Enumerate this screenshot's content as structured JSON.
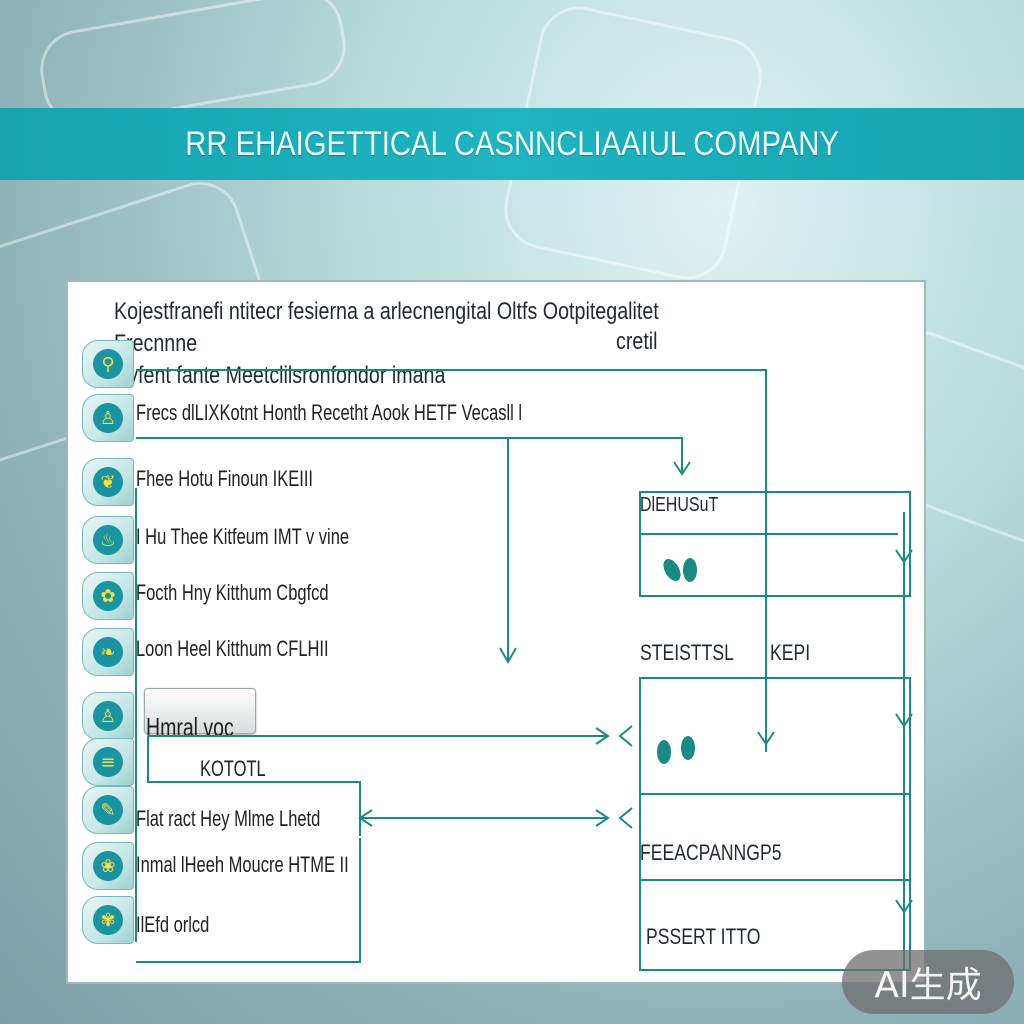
{
  "banner": {
    "title": "RR EHAIGETTICAL CASNNCLIAAIUL COMPANY"
  },
  "intro": {
    "line1": "Kojestfranefi ntitecr fesierna a arlecnengital Oltfs Ootpitegalitet Frecnnne",
    "line2": "wyfent fante Meetclilsronfondor imana",
    "right": "cretil"
  },
  "rows": [
    {
      "label": "Frecs dlLIXKotnt Honth Recetht Aook HETF Vecasll l",
      "icon": "person-icon"
    },
    {
      "label": "Fhee Hotu Finoun IKEIII",
      "icon": "leaf-icon"
    },
    {
      "label": "I Hu Thee Kitfeum IMT v vine",
      "icon": "droplet-icon"
    },
    {
      "label": "Focth Hny Kitthum Cbgfcd",
      "icon": "plant-icon"
    },
    {
      "label": "Loon Heel Kitthum CFLHII",
      "icon": "leaf-icon"
    },
    {
      "label": "Hmral voc",
      "icon": "person-icon"
    },
    {
      "label": "KOTOTL",
      "icon": ""
    },
    {
      "label": "Flat ract Hey Mlme Lhetd",
      "icon": "tool-icon"
    },
    {
      "label": "Inmal lHeeh Moucre HTME II",
      "icon": "flower-icon"
    },
    {
      "label": "IlEfd orlcd",
      "icon": "flower-icon"
    }
  ],
  "boxes": [
    {
      "label": "DlEHUSuT"
    },
    {
      "label": "STEISTTSL"
    },
    {
      "label": "KEPI"
    },
    {
      "label": "FEEACPANNGP5"
    },
    {
      "label": "PSSERT ITTO"
    }
  ],
  "watermark": "AI生成",
  "colors": {
    "accent": "#1eb4c0",
    "line": "#1a8a86",
    "panel": "#ffffff"
  }
}
